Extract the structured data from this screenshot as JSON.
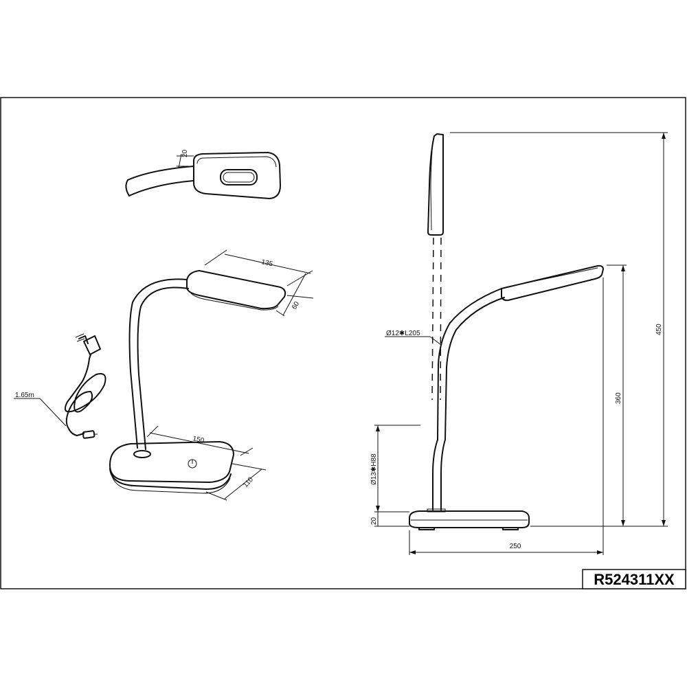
{
  "drawing": {
    "model_code": "R524311XX",
    "dimensions": {
      "head_thickness": "20",
      "head_length": "135",
      "head_width": "60",
      "base_length": "150",
      "base_width": "110",
      "cable_length": "1.65m",
      "arm_spec": "Ø12✱L205",
      "stem_spec": "Ø13✱H88",
      "base_height": "20",
      "arm_height": "360",
      "total_height": "450",
      "total_depth": "250"
    }
  }
}
